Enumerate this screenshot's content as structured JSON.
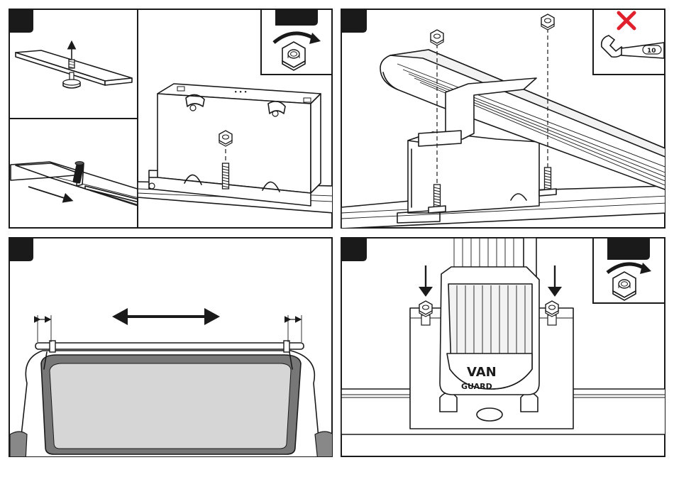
{
  "diagram": {
    "wrench_size_label": "10",
    "logo_line1": "VAN",
    "logo_line2": "GUARD",
    "bracket_marking": "• • •",
    "colors": {
      "ink": "#1a1a1a",
      "glass": "#d6d6d6",
      "glass_border": "#777777",
      "cross": "#e0202c"
    },
    "icons": {
      "nut_tighten": "nut-rotate-icon",
      "wrench_forbidden": "wrench-cross-icon"
    }
  }
}
